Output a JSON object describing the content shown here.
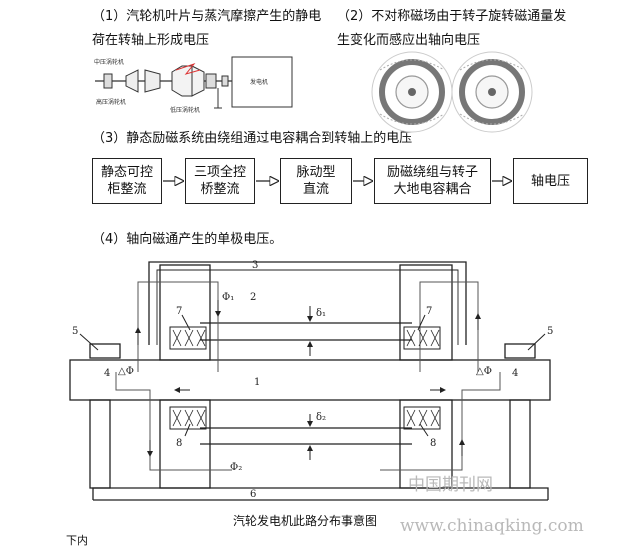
{
  "section1": {
    "line1": "（1）汽轮机叶片与蒸汽摩擦产生的静电",
    "line2": "荷在转轴上形成电压",
    "labels": {
      "hp_turbine": "中压涡轮机",
      "lp_turbine_left": "高压涡轮机",
      "lp_turbine": "低压涡轮机",
      "generator": "发电机"
    }
  },
  "section2": {
    "line1": "（2）不对称磁场由于转子旋转磁通量发",
    "line2": "生变化而感应出轴向电压"
  },
  "section3": {
    "title": "（3）静态励磁系统由绕组通过电容耦合到转轴上的电压",
    "flow": [
      "静态可控\n柜整流",
      "三项全控\n桥整流",
      "脉动型\n直流",
      "励磁绕组与转子\n大地电容耦合",
      "轴电压"
    ]
  },
  "section4": {
    "title": "（4）轴向磁通产生的单极电压。",
    "diagram_labels": {
      "n1": "1",
      "n2": "2",
      "n3": "3",
      "n4l": "4",
      "n4r": "4",
      "n5l": "5",
      "n5r": "5",
      "n6": "6",
      "n7l": "7",
      "n7r": "7",
      "n8l": "8",
      "n8r": "8",
      "phi1": "Φ₁",
      "phi2": "Φ₂",
      "dphi_l": "△Φ",
      "dphi_r": "△Φ",
      "delta1": "δ₁",
      "delta2": "δ₂"
    },
    "caption": "汽轮发电机此路分布事意图"
  },
  "watermark": {
    "cn": "中国期刊网",
    "url": "www.chinaqking.com"
  },
  "bottom_fragment": "下内"
}
